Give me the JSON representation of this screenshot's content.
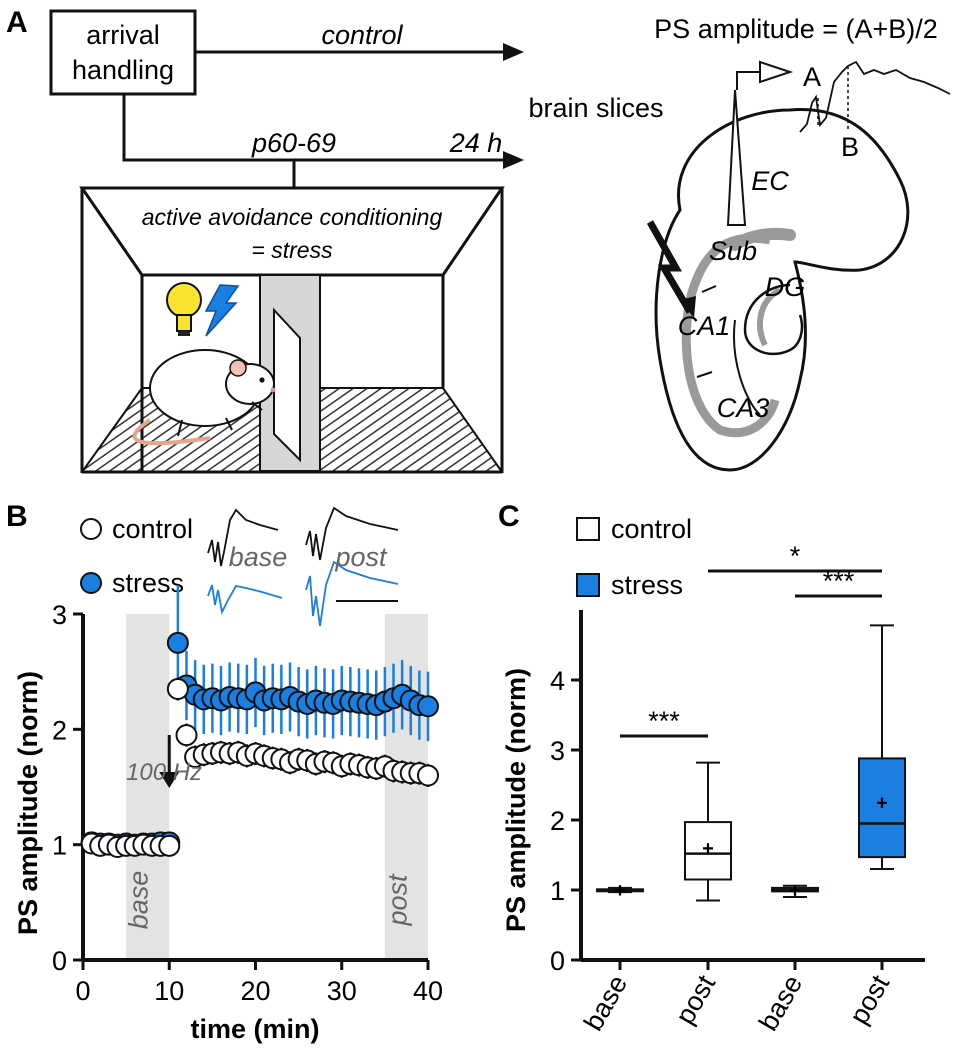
{
  "panels": {
    "a": "A",
    "b": "B",
    "c": "C"
  },
  "panel_a": {
    "box_line1": "arrival",
    "box_line2": "handling",
    "control_label": "control",
    "age_label": "p60-69",
    "delay_label": "24 h",
    "chamber_line1": "active avoidance conditioning",
    "chamber_line2": "= stress",
    "brain_slices": "brain slices",
    "formula": "PS amplitude = (A+B)/2",
    "mark_a": "A",
    "mark_b": "B",
    "regions": {
      "ec": "EC",
      "sub": "Sub",
      "dg": "DG",
      "ca1": "CA1",
      "ca3": "CA3"
    }
  },
  "colors": {
    "stress": "#1a7fe0",
    "control": "#ffffff",
    "shade": "#e3e3e3",
    "ink": "#111111"
  },
  "chart_data": [
    {
      "type": "scatter",
      "title": "",
      "xlabel": "time (min)",
      "ylabel": "PS amplitude (norm)",
      "xlim": [
        0,
        40
      ],
      "ylim": [
        0,
        3
      ],
      "xticks": [
        "0",
        "10",
        "20",
        "30",
        "40"
      ],
      "yticks": [
        "0",
        "1",
        "2",
        "3"
      ],
      "legend": [
        "control",
        "stress"
      ],
      "shaded_windows": [
        {
          "label": "base",
          "x": [
            5,
            10
          ]
        },
        {
          "label": "post",
          "x": [
            35,
            40
          ]
        }
      ],
      "annotation": "100 Hz",
      "trace_labels": [
        "base",
        "post"
      ],
      "series": [
        {
          "name": "stress",
          "x": [
            1,
            2,
            3,
            4,
            5,
            6,
            7,
            8,
            9,
            10,
            11,
            12,
            13,
            14,
            15,
            16,
            17,
            18,
            19,
            20,
            21,
            22,
            23,
            24,
            25,
            26,
            27,
            28,
            29,
            30,
            31,
            32,
            33,
            34,
            35,
            36,
            37,
            38,
            39,
            40
          ],
          "y": [
            1.02,
            1.01,
            1.01,
            1.0,
            1.01,
            1.0,
            1.01,
            1.01,
            1.02,
            1.02,
            2.75,
            2.38,
            2.3,
            2.26,
            2.27,
            2.25,
            2.28,
            2.27,
            2.26,
            2.32,
            2.25,
            2.27,
            2.26,
            2.28,
            2.24,
            2.22,
            2.25,
            2.23,
            2.22,
            2.25,
            2.24,
            2.23,
            2.22,
            2.21,
            2.24,
            2.27,
            2.3,
            2.25,
            2.21,
            2.2
          ],
          "err": [
            0.03,
            0.03,
            0.03,
            0.03,
            0.03,
            0.03,
            0.03,
            0.03,
            0.03,
            0.03,
            0.5,
            0.3,
            0.3,
            0.3,
            0.3,
            0.3,
            0.3,
            0.3,
            0.3,
            0.3,
            0.3,
            0.3,
            0.3,
            0.3,
            0.3,
            0.3,
            0.3,
            0.3,
            0.3,
            0.3,
            0.3,
            0.3,
            0.3,
            0.3,
            0.3,
            0.3,
            0.3,
            0.3,
            0.3,
            0.3
          ]
        },
        {
          "name": "control",
          "x": [
            1,
            2,
            3,
            4,
            5,
            6,
            7,
            8,
            9,
            10,
            11,
            12,
            13,
            14,
            15,
            16,
            17,
            18,
            19,
            20,
            21,
            22,
            23,
            24,
            25,
            26,
            27,
            28,
            29,
            30,
            31,
            32,
            33,
            34,
            35,
            36,
            37,
            38,
            39,
            40
          ],
          "y": [
            1.01,
            0.99,
            1.0,
            0.98,
            0.99,
            0.99,
            1.0,
            0.99,
            0.99,
            0.99,
            2.35,
            1.95,
            1.76,
            1.78,
            1.79,
            1.8,
            1.79,
            1.8,
            1.77,
            1.79,
            1.77,
            1.75,
            1.74,
            1.71,
            1.74,
            1.73,
            1.7,
            1.72,
            1.71,
            1.68,
            1.7,
            1.69,
            1.67,
            1.66,
            1.68,
            1.64,
            1.63,
            1.62,
            1.62,
            1.6
          ]
        }
      ]
    },
    {
      "type": "box",
      "title": "",
      "xlabel": "",
      "ylabel": "PS amplitude (norm)",
      "ylim": [
        0,
        5
      ],
      "yticks": [
        "0",
        "1",
        "2",
        "3",
        "4"
      ],
      "categories": [
        "base",
        "post",
        "base",
        "post"
      ],
      "legend": [
        "control",
        "stress"
      ],
      "boxes": [
        {
          "group": "control",
          "category": "base",
          "min": 0.97,
          "q1": 0.99,
          "median": 1.0,
          "q3": 1.01,
          "max": 1.03,
          "mean": 1.0
        },
        {
          "group": "control",
          "category": "post",
          "min": 0.85,
          "q1": 1.15,
          "median": 1.52,
          "q3": 1.97,
          "max": 2.82,
          "mean": 1.6
        },
        {
          "group": "stress",
          "category": "base",
          "min": 0.9,
          "q1": 0.98,
          "median": 1.0,
          "q3": 1.03,
          "max": 1.06,
          "mean": 1.0
        },
        {
          "group": "stress",
          "category": "post",
          "min": 1.3,
          "q1": 1.47,
          "median": 1.95,
          "q3": 2.88,
          "max": 4.78,
          "mean": 2.25
        }
      ],
      "significance": [
        {
          "label": "***",
          "from": 0,
          "to": 1
        },
        {
          "label": "*",
          "from": 1,
          "to": 3
        },
        {
          "label": "***",
          "from": 2,
          "to": 3
        }
      ]
    }
  ]
}
